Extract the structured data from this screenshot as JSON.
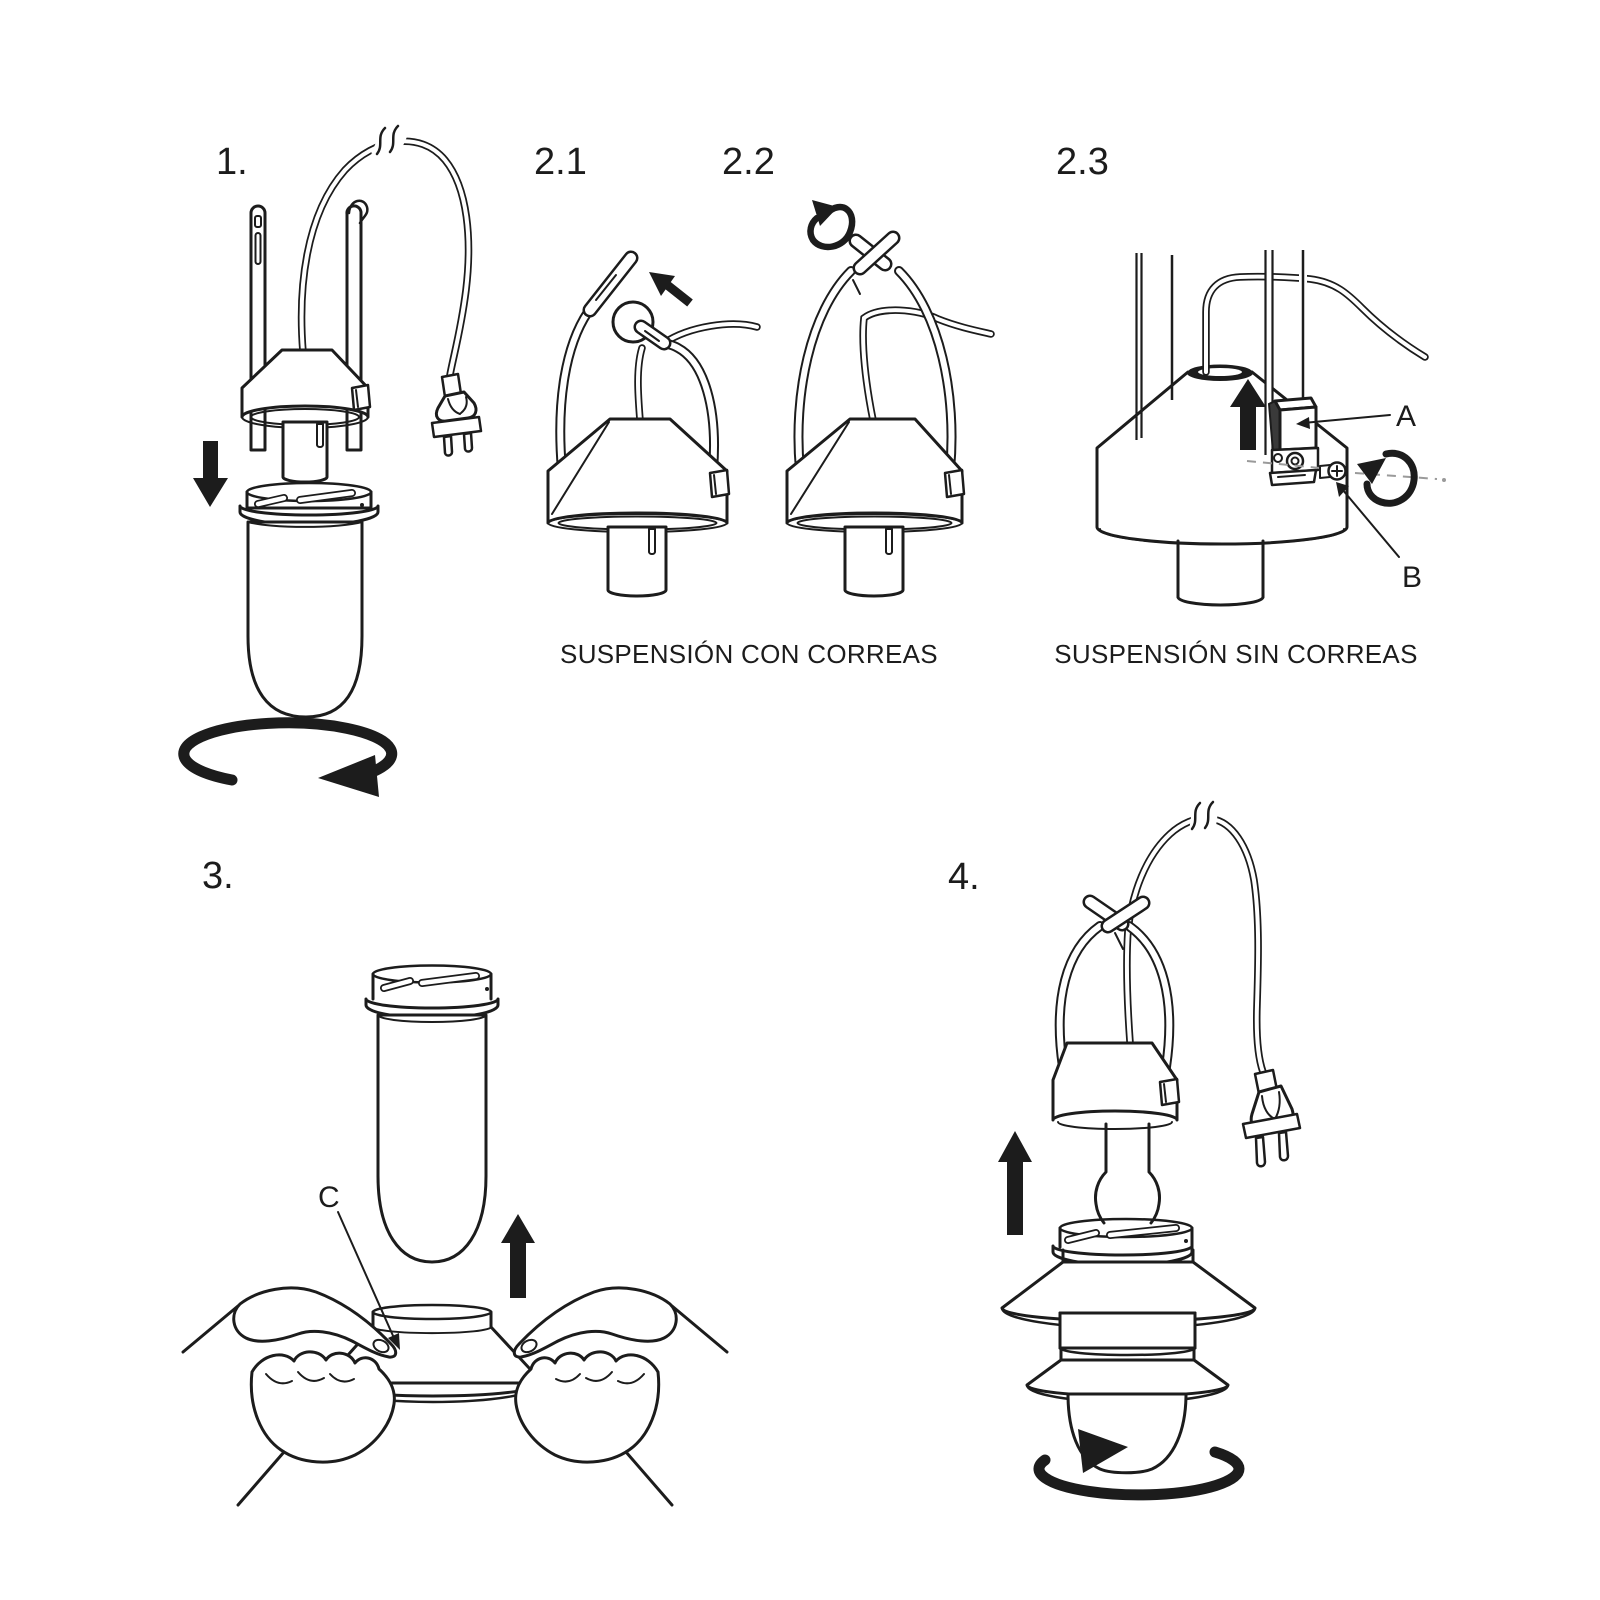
{
  "document": {
    "type": "lamp assembly instruction sheet",
    "background_color": "#ffffff",
    "ink_color": "#1c1c1c"
  },
  "steps": [
    {
      "label": "1."
    },
    {
      "label": "2.1"
    },
    {
      "label": "2.2"
    },
    {
      "label": "2.3"
    },
    {
      "label": "3."
    },
    {
      "label": "4."
    }
  ],
  "captions": {
    "with_straps": "SUSPENSIÓN CON CORREAS",
    "without_straps": "SUSPENSIÓN SIN CORREAS"
  },
  "part_labels": {
    "strap_clamp": "A",
    "set_screw": "B",
    "shade_cone": "C"
  },
  "icons": {
    "down_arrow": "▼",
    "up_arrow": "▲",
    "rotate_arrow": "↻",
    "direction_arrow_up_left": "↖"
  }
}
